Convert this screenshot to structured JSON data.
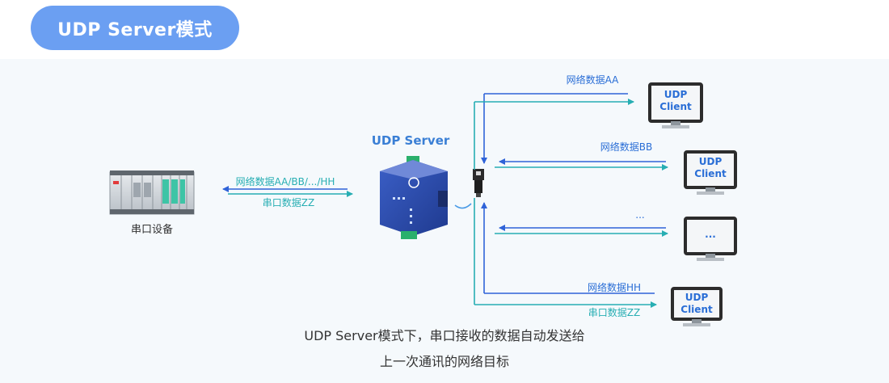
{
  "title": "UDP Server模式",
  "server": {
    "label": "UDP Server"
  },
  "serial_device": {
    "label": "串口设备"
  },
  "left_link": {
    "to_server": "网络数据AA/BB/.../HH",
    "from_server": "串口数据ZZ"
  },
  "clients": [
    {
      "line1": "UDP",
      "line2": "Client",
      "network_label": "网络数据AA"
    },
    {
      "line1": "UDP",
      "line2": "Client",
      "network_label": "网络数据BB"
    },
    {
      "line1": "...",
      "line2": "",
      "network_label": "..."
    },
    {
      "line1": "UDP",
      "line2": "Client",
      "network_label": "网络数据HH",
      "serial_label": "串口数据ZZ"
    }
  ],
  "caption": {
    "line1": "UDP Server模式下，串口接收的数据自动发送给",
    "line2": "上一次通讯的网络目标"
  },
  "colors": {
    "blue_arrow": "#2f63d8",
    "teal_arrow": "#27aeb3",
    "pill": "#6b9ff2",
    "client_text": "#2a6ed6",
    "server_label": "#3a7fd5"
  }
}
